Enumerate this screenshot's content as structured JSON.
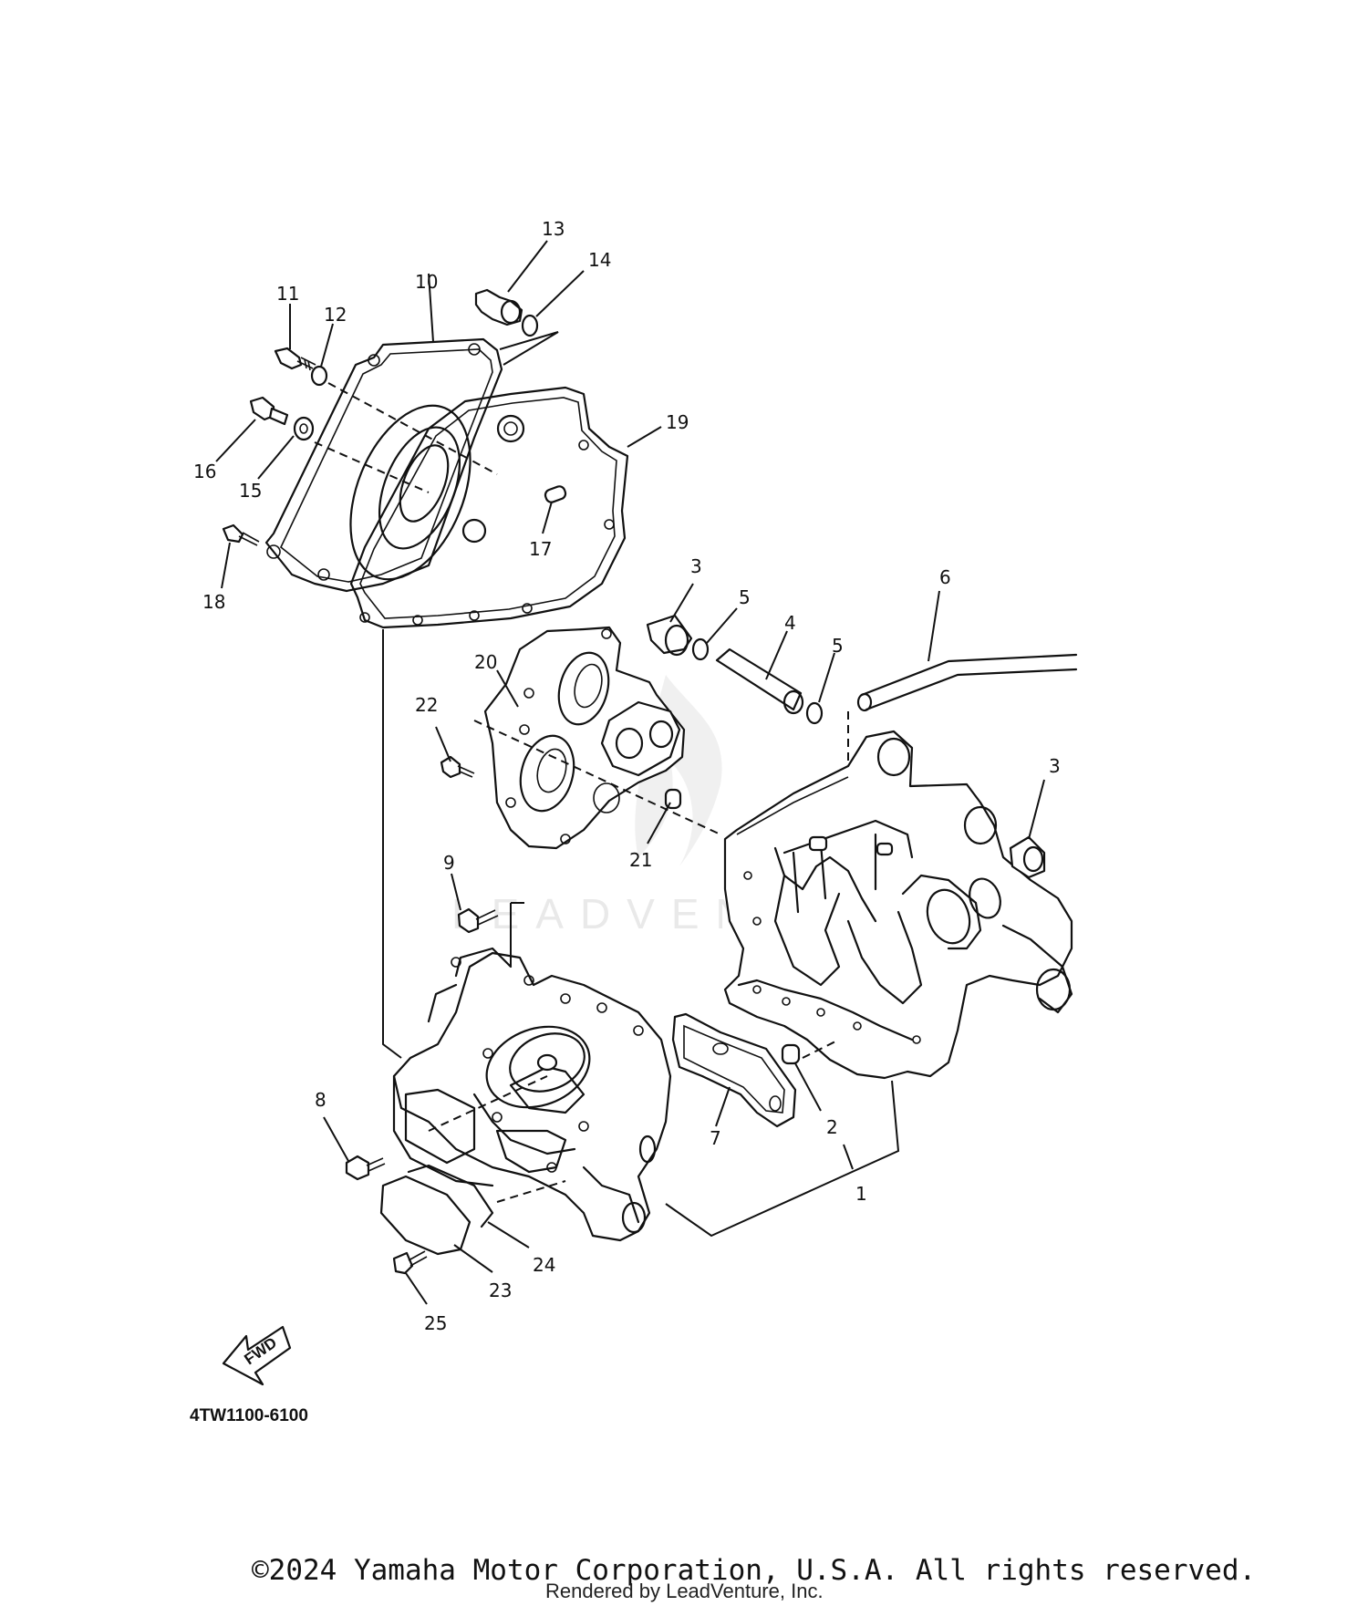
{
  "diagram": {
    "callouts": [
      {
        "id": "13",
        "text": "13"
      },
      {
        "id": "14",
        "text": "14"
      },
      {
        "id": "10",
        "text": "10"
      },
      {
        "id": "11",
        "text": "11"
      },
      {
        "id": "12",
        "text": "12"
      },
      {
        "id": "19",
        "text": "19"
      },
      {
        "id": "16",
        "text": "16"
      },
      {
        "id": "15",
        "text": "15"
      },
      {
        "id": "17",
        "text": "17"
      },
      {
        "id": "18",
        "text": "18"
      },
      {
        "id": "3a",
        "text": "3"
      },
      {
        "id": "5a",
        "text": "5"
      },
      {
        "id": "6",
        "text": "6"
      },
      {
        "id": "4",
        "text": "4"
      },
      {
        "id": "5b",
        "text": "5"
      },
      {
        "id": "20",
        "text": "20"
      },
      {
        "id": "22",
        "text": "22"
      },
      {
        "id": "3b",
        "text": "3"
      },
      {
        "id": "21",
        "text": "21"
      },
      {
        "id": "9",
        "text": "9"
      },
      {
        "id": "8",
        "text": "8"
      },
      {
        "id": "7",
        "text": "7"
      },
      {
        "id": "2",
        "text": "2"
      },
      {
        "id": "1",
        "text": "1"
      },
      {
        "id": "24",
        "text": "24"
      },
      {
        "id": "23",
        "text": "23"
      },
      {
        "id": "25",
        "text": "25"
      }
    ],
    "fwd_label": "FWD",
    "diagram_code": "4TW1100-6100",
    "watermark": "LEADVENTURE"
  },
  "footer": {
    "copyright": "©2024 Yamaha Motor Corporation, U.S.A. All rights reserved.",
    "rendered_by": "Rendered by LeadVenture, Inc."
  }
}
